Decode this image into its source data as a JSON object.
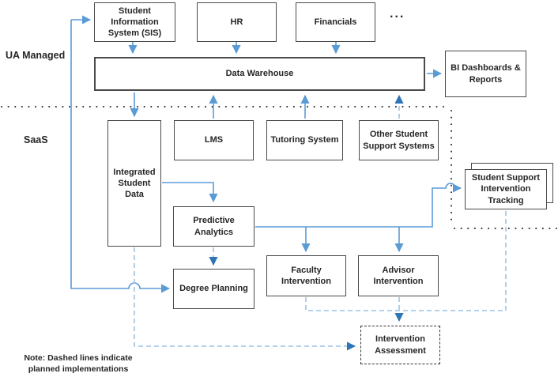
{
  "regions": {
    "ua_managed": "UA Managed",
    "saas": "SaaS"
  },
  "nodes": {
    "sis": {
      "label": "Student Information System (SIS)"
    },
    "hr": {
      "label": "HR"
    },
    "financials": {
      "label": "Financials"
    },
    "more_systems": {
      "label": "..."
    },
    "data_warehouse": {
      "label": "Data Warehouse"
    },
    "bi_dashboards": {
      "label": "BI Dashboards & Reports"
    },
    "lms": {
      "label": "LMS"
    },
    "tutoring": {
      "label": "Tutoring System"
    },
    "other_support": {
      "label": "Other Student Support Systems"
    },
    "integrated_data": {
      "label": "Integrated Student Data"
    },
    "predictive": {
      "label": "Predictive Analytics"
    },
    "tracking": {
      "label": "Student Support Intervention Tracking"
    },
    "degree_planning": {
      "label": "Degree Planning"
    },
    "faculty": {
      "label": "Faculty Intervention"
    },
    "advisor": {
      "label": "Advisor Intervention"
    },
    "assessment": {
      "label": "Intervention Assessment"
    }
  },
  "note": "Note: Dashed lines indicate planned implementations",
  "colors": {
    "solid_arrow": "#5b9bd5",
    "dashed_arrow": "#9cc2e5",
    "dashed_arrowhead": "#2e75b6",
    "box_border": "#4a4a4a",
    "separator": "#262626",
    "text": "#262626",
    "bg": "#ffffff"
  }
}
